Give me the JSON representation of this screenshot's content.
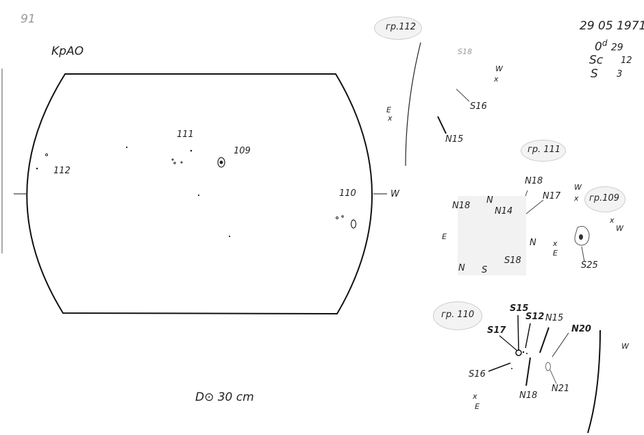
{
  "sheet": {
    "page_number": "91",
    "observatory": "KpAO",
    "date": "29 05 1971",
    "day_line": {
      "prefix": "0",
      "sup": "d",
      "value": "29"
    },
    "sc_line": {
      "label": "Sc",
      "value": "12"
    },
    "s_line": {
      "label": "S",
      "value": "3"
    },
    "diameter_label": "D⊙ 30 cm"
  },
  "disk": {
    "west_label": "W",
    "groups": [
      {
        "id": "111"
      },
      {
        "id": "109"
      },
      {
        "id": "112"
      },
      {
        "id": "110"
      }
    ]
  },
  "group_112": {
    "title": "гр.112",
    "labels": [
      "S18",
      "S16",
      "N15"
    ],
    "west": "W",
    "east": "E"
  },
  "group_111": {
    "title": "гр. 111",
    "labels": [
      "N18",
      "N",
      "N14",
      "N18",
      "N17",
      "N",
      "S18",
      "N",
      "S"
    ],
    "east": "E"
  },
  "group_109": {
    "title": "гр.109",
    "labels": [
      "S25"
    ],
    "west1": "W",
    "west2": "W",
    "east": "E"
  },
  "group_110": {
    "title": "гр. 110",
    "labels": [
      "S15",
      "S12",
      "S17",
      "N15",
      "N20",
      "S16",
      "N18",
      "N21"
    ],
    "west": "W",
    "east": "E"
  }
}
